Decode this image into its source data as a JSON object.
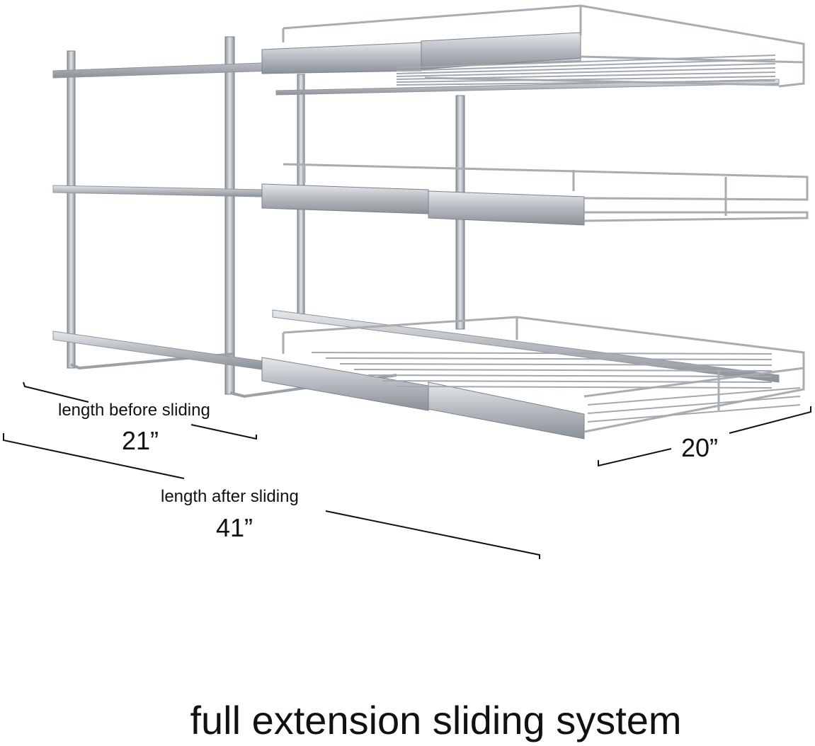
{
  "dimensions": {
    "before_label": "length before sliding",
    "before_value": "21”",
    "after_label": "length after sliding",
    "after_value": "41”",
    "width_value": "20”"
  },
  "caption": "full extension sliding system",
  "colors": {
    "background": "#ffffff",
    "chrome": "#b4b9be",
    "chrome_dark": "#7c8389",
    "rail": "#c9cdd1",
    "rail_dark": "#8f969c",
    "text": "#111111"
  }
}
